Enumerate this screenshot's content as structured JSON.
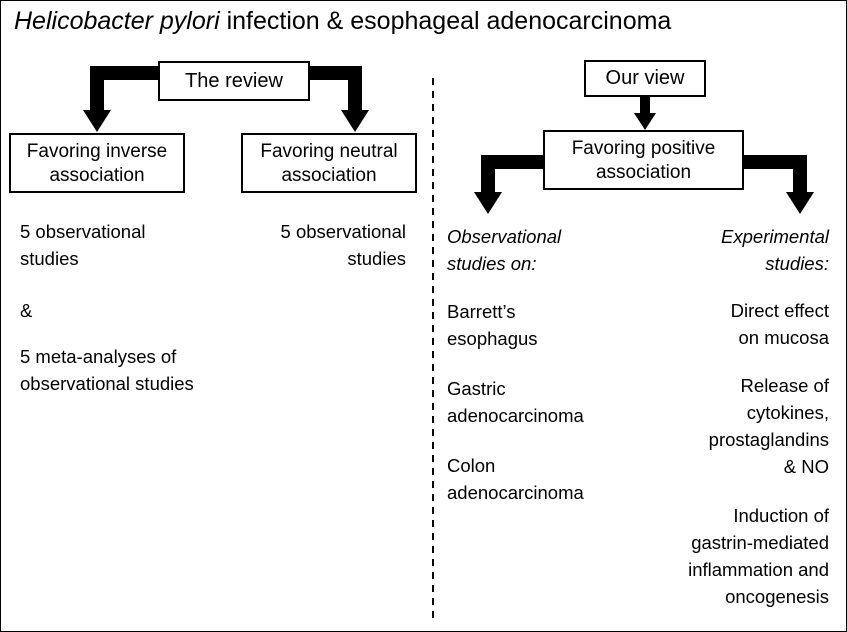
{
  "title": {
    "italic_part": "Helicobacter pylori",
    "rest": " infection & esophageal adenocarcinoma"
  },
  "left": {
    "root": "The review",
    "inverse_box": "Favoring inverse\nassociation",
    "neutral_box": "Favoring neutral\nassociation",
    "inverse_items": [
      "5 observational\nstudies",
      "&",
      "5 meta-analyses of\nobservational studies"
    ],
    "neutral_items": [
      "5 observational\nstudies"
    ]
  },
  "right": {
    "root": "Our view",
    "positive_box": "Favoring positive\nassociation",
    "observational_heading": "Observational\nstudies on:",
    "observational_items": [
      "Barrett’s\nesophagus",
      "Gastric\nadenocarcinoma",
      "Colon\nadenocarcinoma"
    ],
    "experimental_heading": "Experimental\nstudies:",
    "experimental_items": [
      "Direct effect\non mucosa",
      "Release of\ncytokines,\nprostaglandins\n& NO",
      "Induction of\ngastrin-mediated\ninflammation and\noncogenesis"
    ]
  }
}
